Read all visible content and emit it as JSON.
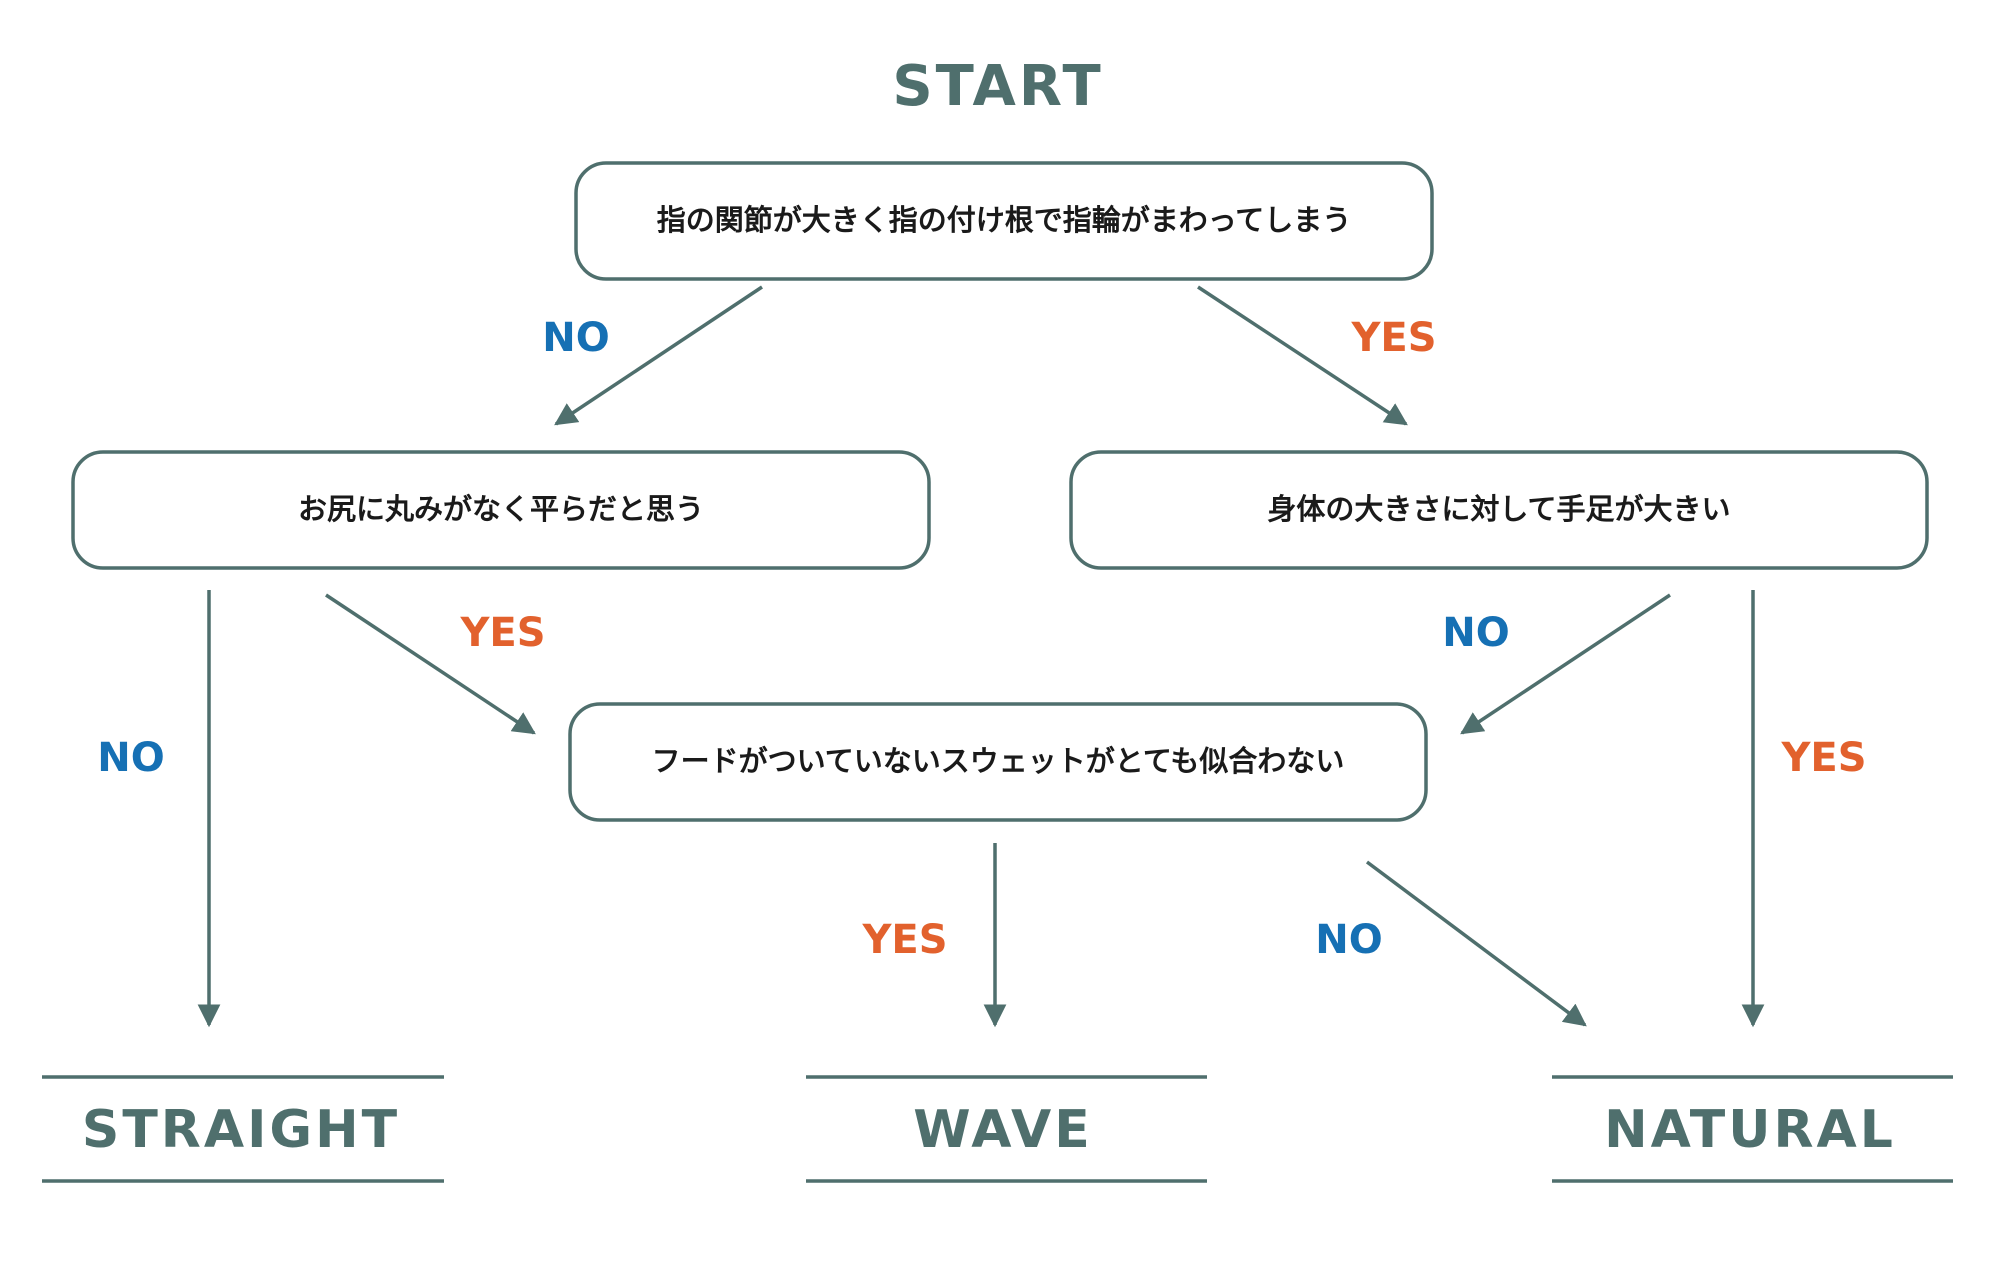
{
  "start_label": "START",
  "questions": {
    "q1": "指の関節が大きく指の付け根で指輪がまわってしまう",
    "q2": "お尻に丸みがなく平らだと思う",
    "q3": "身体の大きさに対して手足が大きい",
    "q4": "フードがついていないスウェットがとても似合わない"
  },
  "answers": {
    "yes": "YES",
    "no": "NO"
  },
  "results": {
    "straight": "STRAIGHT",
    "wave": "WAVE",
    "natural": "NATURAL"
  },
  "colors": {
    "primary": "#4f6f6d",
    "yes": "#e2612d",
    "no": "#1670b4",
    "text": "#1a1a1a",
    "background": "#ffffff"
  }
}
